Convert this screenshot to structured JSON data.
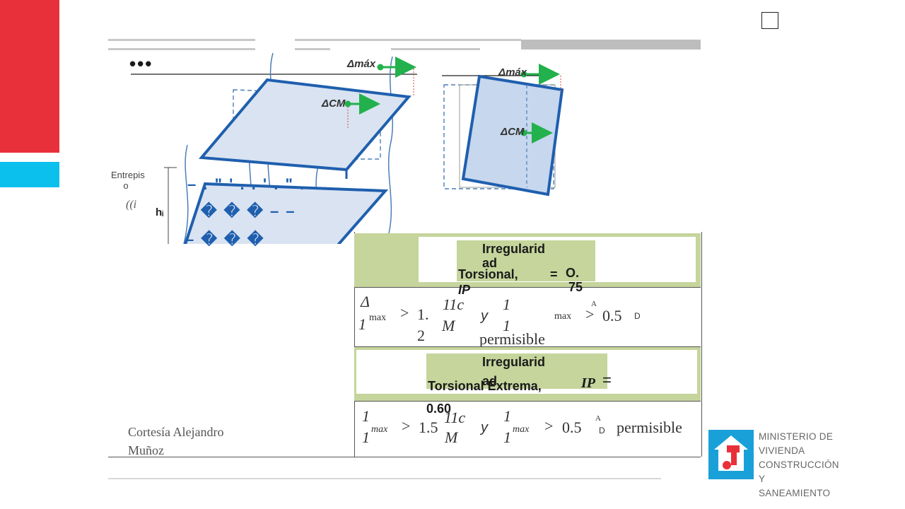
{
  "slide": {
    "dots": "•••",
    "entrepiso_label": "Entrepis o",
    "entrepiso_sub": "((i",
    "hi_label": "hᵢ",
    "garble_1": "– . \" ' . . ' . \" . . .",
    "garble_2": "� � � – –",
    "garble_3": "– � � �"
  },
  "diagram": {
    "delta_max_label": "Δmáx",
    "delta_cm_label": "ΔCM",
    "delta_max_right": "Δmáx",
    "delta_cm_right": "ΔCM"
  },
  "table": {
    "row1_title_a": "Irregularid",
    "row1_title_b": "ad",
    "row1_title_c": "Torsional,",
    "row1_eq": "=",
    "row1_value": "O.",
    "row1_value_b": "75",
    "row1_ip": "IP",
    "row1_formula": {
      "lhs_top": "Δ",
      "lhs_bot": "1",
      "lhs_sub": "max",
      "op1": ">",
      "coef": "1.",
      "coef_b": "2",
      "mid_top": "11c",
      "mid_bot": "M",
      "y": "y",
      "rhs_top": "1",
      "rhs_bot": "1",
      "rhs_sub": "max",
      "op2": ">",
      "val": "0.5",
      "a_sup": "A",
      "d_sub": "D",
      "permisible": "permisible"
    },
    "row2_title_a": "Irregularid",
    "row2_title_b": "ad",
    "row2_title_c": "Torsional Extrema,",
    "row2_ip": "IP",
    "row2_eq": "=",
    "row2_value": "0.60",
    "row2_formula": {
      "lhs_top": "1",
      "lhs_bot": "1",
      "lhs_sub": "max",
      "op1": ">",
      "coef": "1.5",
      "mid_top": "11c",
      "mid_bot": "M",
      "y": "y",
      "rhs_top": "1",
      "rhs_bot": "1",
      "rhs_sub": "max",
      "op2": ">",
      "val": "0.5",
      "a_sup": "A",
      "d_sub": "D",
      "permisible": "permisible"
    }
  },
  "credit": {
    "line1": "Cortesía Alejandro",
    "line2": "Muñoz"
  },
  "ministry": {
    "line1": "MINISTERIO DE",
    "line2": "VIVIENDA",
    "line3": "CONSTRUCCIÓN",
    "line4": "Y",
    "line5": "SANEAMIENTO"
  },
  "colors": {
    "accent_red": "#e8303a",
    "accent_cyan": "#0cc0ee",
    "table_green": "#c5d59c",
    "diagram_blue": "#1f5fae",
    "arrow_green": "#22b14c"
  }
}
